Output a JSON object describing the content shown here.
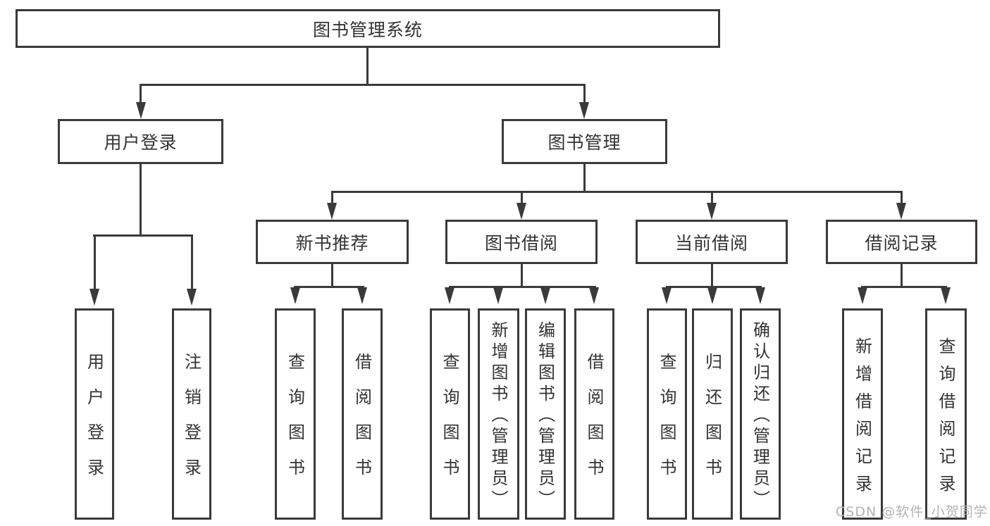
{
  "diagram": {
    "root": {
      "label": "图书管理系统"
    },
    "level2": [
      {
        "label": "用户登录"
      },
      {
        "label": "图书管理"
      }
    ],
    "level3": [
      {
        "label": "新书推荐"
      },
      {
        "label": "图书借阅"
      },
      {
        "label": "当前借阅"
      },
      {
        "label": "借阅记录"
      }
    ],
    "leaves": {
      "user_login": [
        "用户登录",
        "注销登录"
      ],
      "new_books": [
        "查询图书",
        "借阅图书"
      ],
      "book_borrow": [
        "查询图书",
        "新增图书（管理员）",
        "编辑图书（管理员）",
        "借阅图书"
      ],
      "current_borrow": [
        "查询图书",
        "归还图书",
        "确认归还（管理员）"
      ],
      "borrow_records": [
        "新增借阅记录",
        "查询借阅记录"
      ]
    },
    "watermark": {
      "text": "CSDN @软件_小贺同学"
    },
    "colors": {
      "line": "#3a3a3a",
      "text": "#333333",
      "watermark": "#b3b3b3",
      "background": "#ffffff"
    }
  }
}
